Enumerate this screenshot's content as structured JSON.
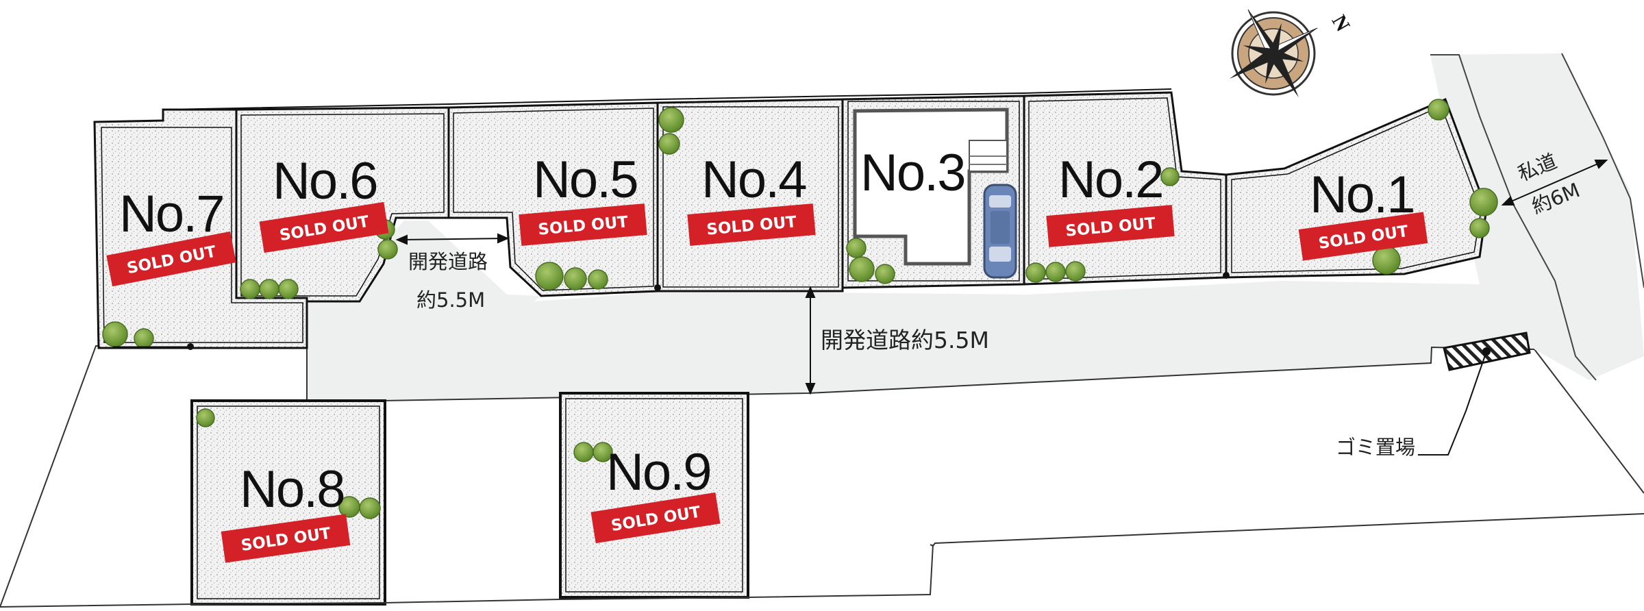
{
  "map": {
    "lots": [
      {
        "id": "lot-1",
        "label": "No.1",
        "sold": true
      },
      {
        "id": "lot-2",
        "label": "No.2",
        "sold": true
      },
      {
        "id": "lot-3",
        "label": "No.3",
        "sold": false
      },
      {
        "id": "lot-4",
        "label": "No.4",
        "sold": true
      },
      {
        "id": "lot-5",
        "label": "No.5",
        "sold": true
      },
      {
        "id": "lot-6",
        "label": "No.6",
        "sold": true
      },
      {
        "id": "lot-7",
        "label": "No.7",
        "sold": true
      },
      {
        "id": "lot-8",
        "label": "No.8",
        "sold": true
      },
      {
        "id": "lot-9",
        "label": "No.9",
        "sold": true
      }
    ],
    "sold_label": "SOLD OUT",
    "roads": {
      "dev_road_small_line1": "開発道路",
      "dev_road_small_line2": "約5.5M",
      "dev_road_main": "開発道路約5.5M",
      "private_road_line1": "私道",
      "private_road_line2": "約6M"
    },
    "garbage_label": "ゴミ置場",
    "compass_label": "N",
    "colors": {
      "sold_badge": "#d42027",
      "road_fill": "#eeefef",
      "lot_fill": "#ececec",
      "tree": "#7aa33a",
      "car": "#6a86b8"
    }
  }
}
